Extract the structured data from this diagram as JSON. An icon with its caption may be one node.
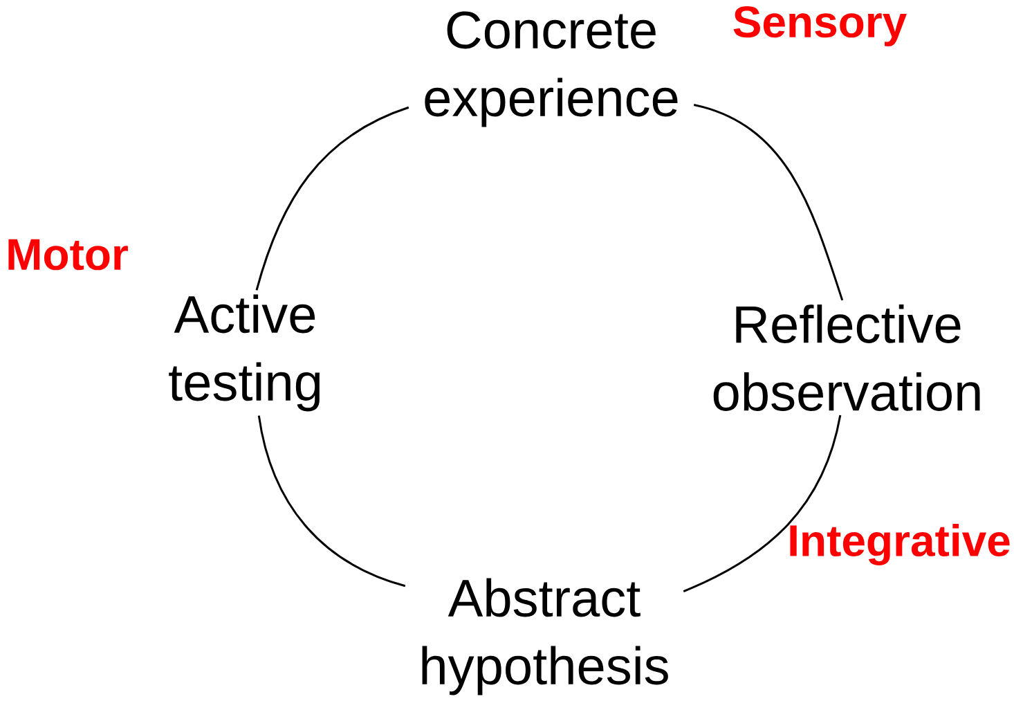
{
  "diagram": {
    "nodes": [
      {
        "text": [
          "Concrete experience"
        ]
      },
      {
        "text": [
          "Reflective observation"
        ]
      },
      {
        "text": [
          "Abstract hypothesis"
        ]
      },
      {
        "text": [
          "Active testing"
        ]
      }
    ],
    "edges": [
      {
        "from": 0,
        "to": 1,
        "arrow": "none"
      },
      {
        "from": 1,
        "to": 2,
        "arrow": "none"
      },
      {
        "from": 2,
        "to": 3,
        "arrow": "none"
      },
      {
        "from": 3,
        "to": 0,
        "arrow": "none"
      }
    ],
    "labels": [
      "Sensory",
      "Motor",
      "Integrative"
    ]
  }
}
